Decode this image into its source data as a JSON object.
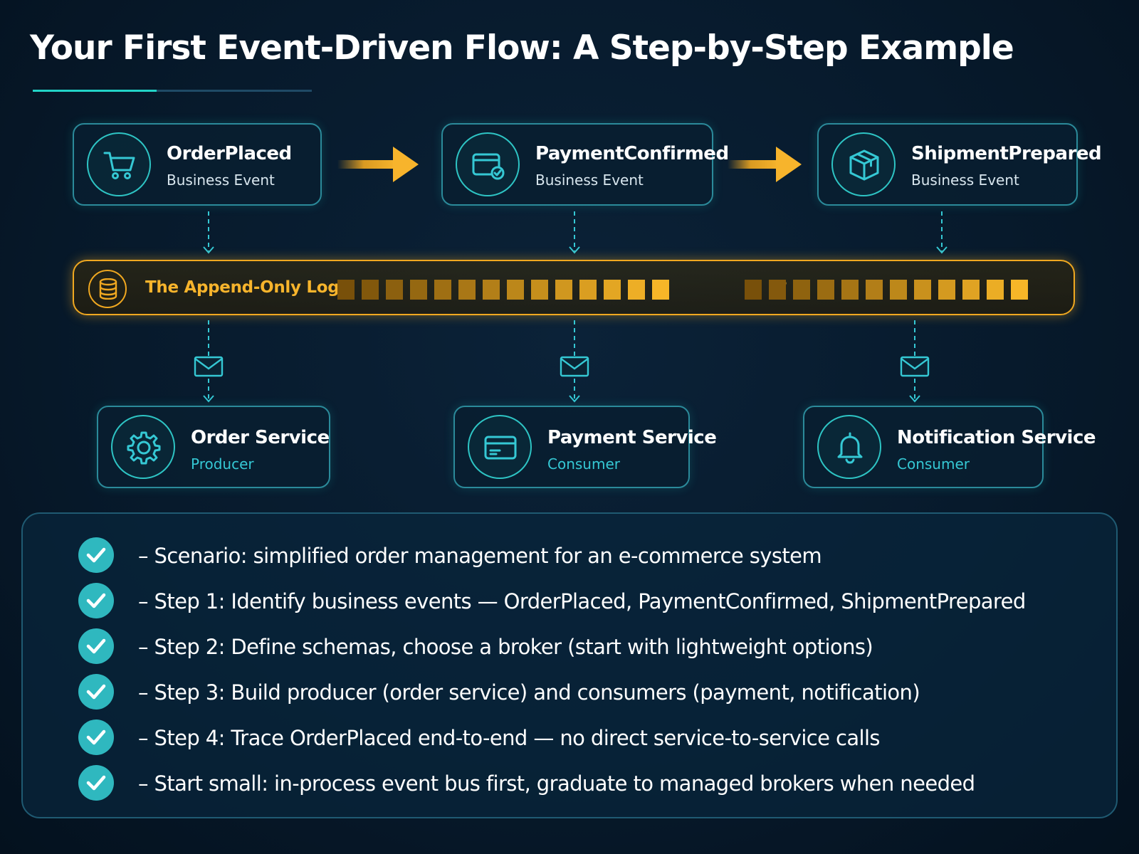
{
  "title": "Your First Event-Driven Flow: A Step-by-Step Example",
  "events": [
    {
      "name": "OrderPlaced",
      "type": "Business Event",
      "icon": "cart-icon"
    },
    {
      "name": "PaymentConfirmed",
      "type": "Business Event",
      "icon": "payment-check-icon"
    },
    {
      "name": "ShipmentPrepared",
      "type": "Business Event",
      "icon": "package-icon"
    }
  ],
  "log": {
    "label": "The Append-Only Log",
    "icon": "database-icon",
    "ellipsis": "• • •"
  },
  "services": [
    {
      "name": "Order Service",
      "role": "Producer",
      "icon": "gear-icon"
    },
    {
      "name": "Payment Service",
      "role": "Consumer",
      "icon": "credit-card-icon"
    },
    {
      "name": "Notification Service",
      "role": "Consumer",
      "icon": "bell-icon"
    }
  ],
  "steps": [
    "– Scenario: simplified order management for an e-commerce system",
    "– Step 1: Identify business events — OrderPlaced, PaymentConfirmed, ShipmentPrepared",
    "– Step 2: Define schemas, choose a broker (start with lightweight options)",
    "– Step 3: Build producer (order service) and consumers (payment, notification)",
    "– Step 4: Trace OrderPlaced end-to-end — no direct service-to-service calls",
    "– Start small: in-process event bus first, graduate to managed brokers when needed"
  ],
  "colors": {
    "background": "#071a2c",
    "accent_teal": "#22d3c7",
    "accent_amber": "#f0a820",
    "card_border": "#2b8a9a",
    "check_fill": "#2fb8bf"
  }
}
